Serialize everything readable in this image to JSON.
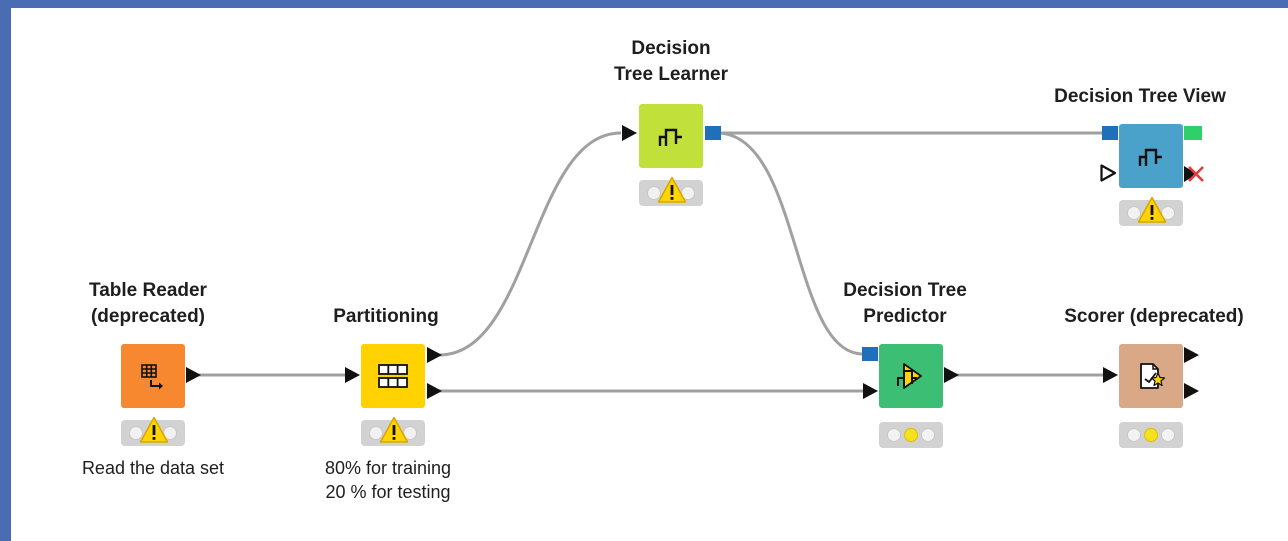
{
  "nodes": {
    "table_reader": {
      "title": "Table Reader\n(deprecated)",
      "annotation": "Read the data set",
      "color": "#f7882f"
    },
    "partitioning": {
      "title": "Partitioning",
      "annotation": "80% for training\n 20 % for testing",
      "color": "#ffd200"
    },
    "learner": {
      "title": "Decision\nTree Learner",
      "color": "#c2e03a"
    },
    "view": {
      "title": "Decision Tree View",
      "color": "#4aa1c9"
    },
    "predictor": {
      "title": "Decision Tree\nPredictor",
      "color": "#3cbf74"
    },
    "scorer": {
      "title": "Scorer (deprecated)",
      "color": "#d8a887"
    }
  },
  "colors": {
    "model_port": "#1f6fba",
    "image_port": "#2fcf6a",
    "connection": "#a0a0a0",
    "warning": "#ffd400",
    "canvas_border": "#4a6cb3"
  }
}
